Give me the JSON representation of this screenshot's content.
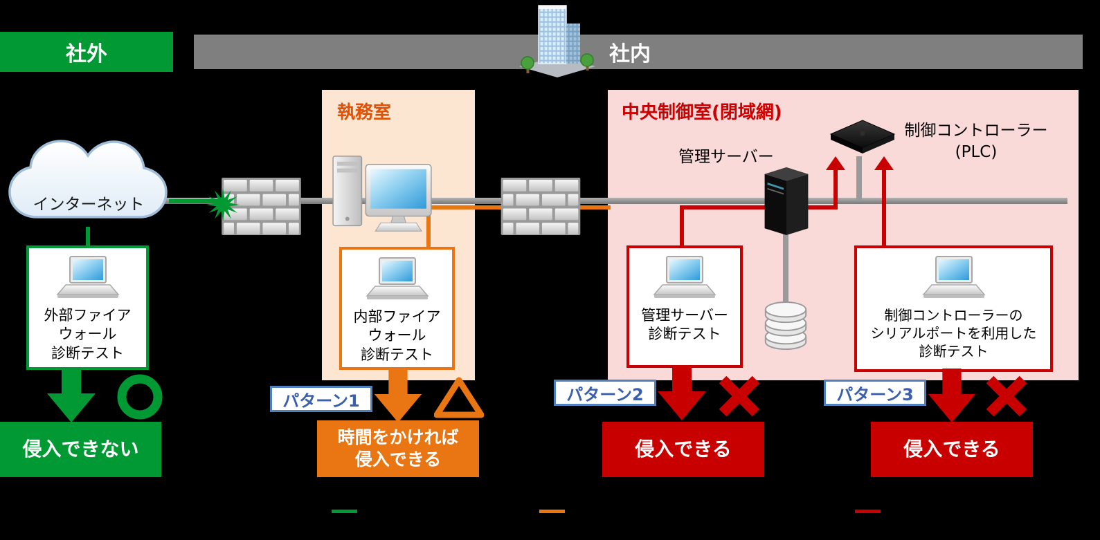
{
  "header": {
    "outside_label": "社外",
    "inside_label": "社内"
  },
  "internet": {
    "label": "インターネット"
  },
  "zones": {
    "office": {
      "title": "執務室"
    },
    "control": {
      "title": "中央制御室(閉域網)"
    }
  },
  "devices": {
    "management_server": {
      "label": "管理サーバー"
    },
    "plc": {
      "label": "制御コントローラー\n(PLC)"
    }
  },
  "tests": {
    "external_firewall": {
      "label": "外部ファイア\nウォール\n診断テスト",
      "result": "侵入できない",
      "mark": "ok-circle"
    },
    "internal_firewall": {
      "label": "内部ファイア\nウォール\n診断テスト",
      "pattern": "パターン1",
      "result": "時間をかければ\n侵入できる",
      "mark": "warning-triangle"
    },
    "management_server": {
      "label": "管理サーバー\n診断テスト",
      "pattern": "パターン2",
      "result": "侵入できる",
      "mark": "fail-cross"
    },
    "plc_serial": {
      "label": "制御コントローラーの\nシリアルポートを利用した\n診断テスト",
      "pattern": "パターン3",
      "result": "侵入できる",
      "mark": "fail-cross"
    }
  },
  "legend": {
    "items": [
      {
        "color": "#009933"
      },
      {
        "color": "#e97613"
      },
      {
        "color": "#c80000"
      }
    ]
  },
  "colors": {
    "green": "#009933",
    "orange": "#e97613",
    "red": "#c80000",
    "pattern_blue": "#3a5fae",
    "zone_office": "#fce5d1",
    "zone_control": "#fad9d9",
    "banner_gray": "#7f7f7f"
  }
}
